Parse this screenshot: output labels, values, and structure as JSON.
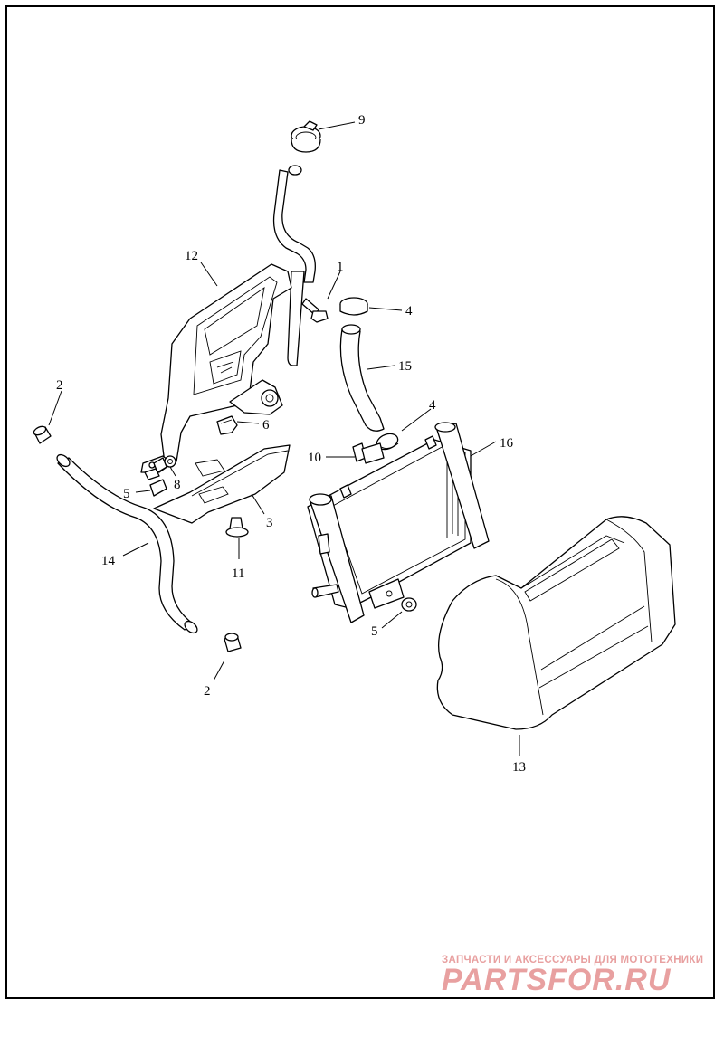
{
  "callouts": {
    "c9": "9",
    "c12": "12",
    "c1": "1",
    "c4a": "4",
    "c15": "15",
    "c2a": "2",
    "c6": "6",
    "c4b": "4",
    "c16": "16",
    "c10": "10",
    "c8": "8",
    "c5a": "5",
    "c3": "3",
    "c14": "14",
    "c11": "11",
    "c5b": "5",
    "c2b": "2",
    "c13": "13"
  },
  "watermark": {
    "tagline": "ЗАПЧАСТИ И АКСЕССУАРЫ ДЛЯ МОТОТЕХНИКИ",
    "logo": "PARTSFOR.RU",
    "color": "#e8a0a0"
  }
}
